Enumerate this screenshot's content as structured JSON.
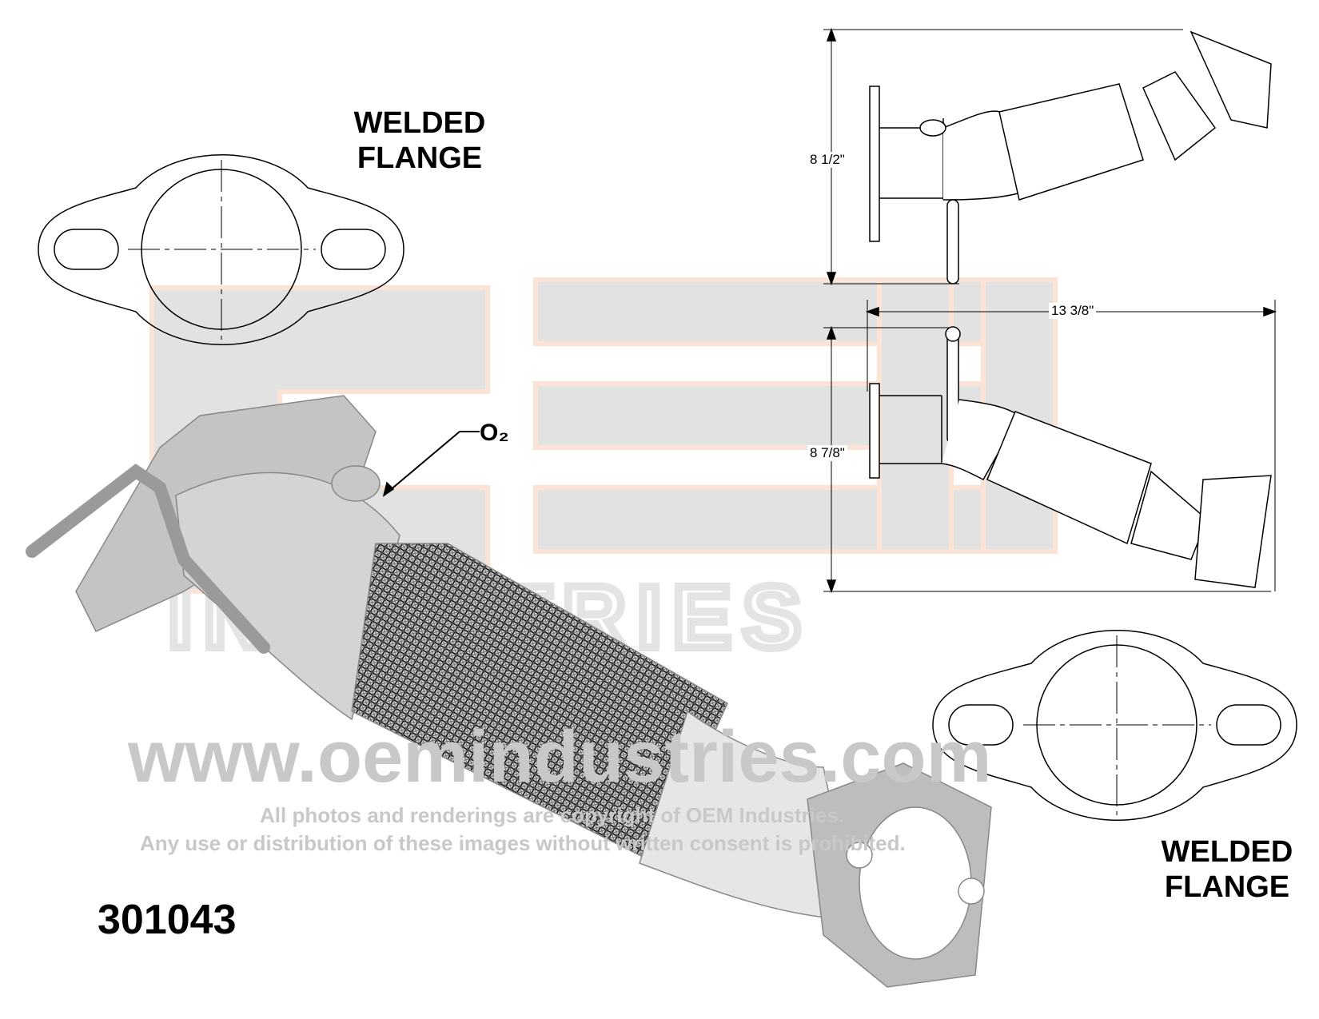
{
  "part_number": "301043",
  "flange_top": {
    "line1": "WELDED",
    "line2": "FLANGE"
  },
  "flange_bottom": {
    "line1": "WELDED",
    "line2": "FLANGE"
  },
  "sensor_label": "O₂",
  "dimensions": {
    "side_height": "8 1/2\"",
    "length": "13 3/8\"",
    "top_height": "8 7/8\""
  },
  "watermark": {
    "logo": "OEM INDUSTRIES",
    "url": "www.oemindustries.com",
    "copyright_line1": "All photos and renderings are copyright of OEM Industries.",
    "copyright_line2": "Any use or distribution of these images without written consent is prohibited."
  },
  "colors": {
    "watermark_gray": "#e0e0e0",
    "watermark_orange": "#fbe3d6",
    "pipe_gray": "#b8b8b8"
  }
}
